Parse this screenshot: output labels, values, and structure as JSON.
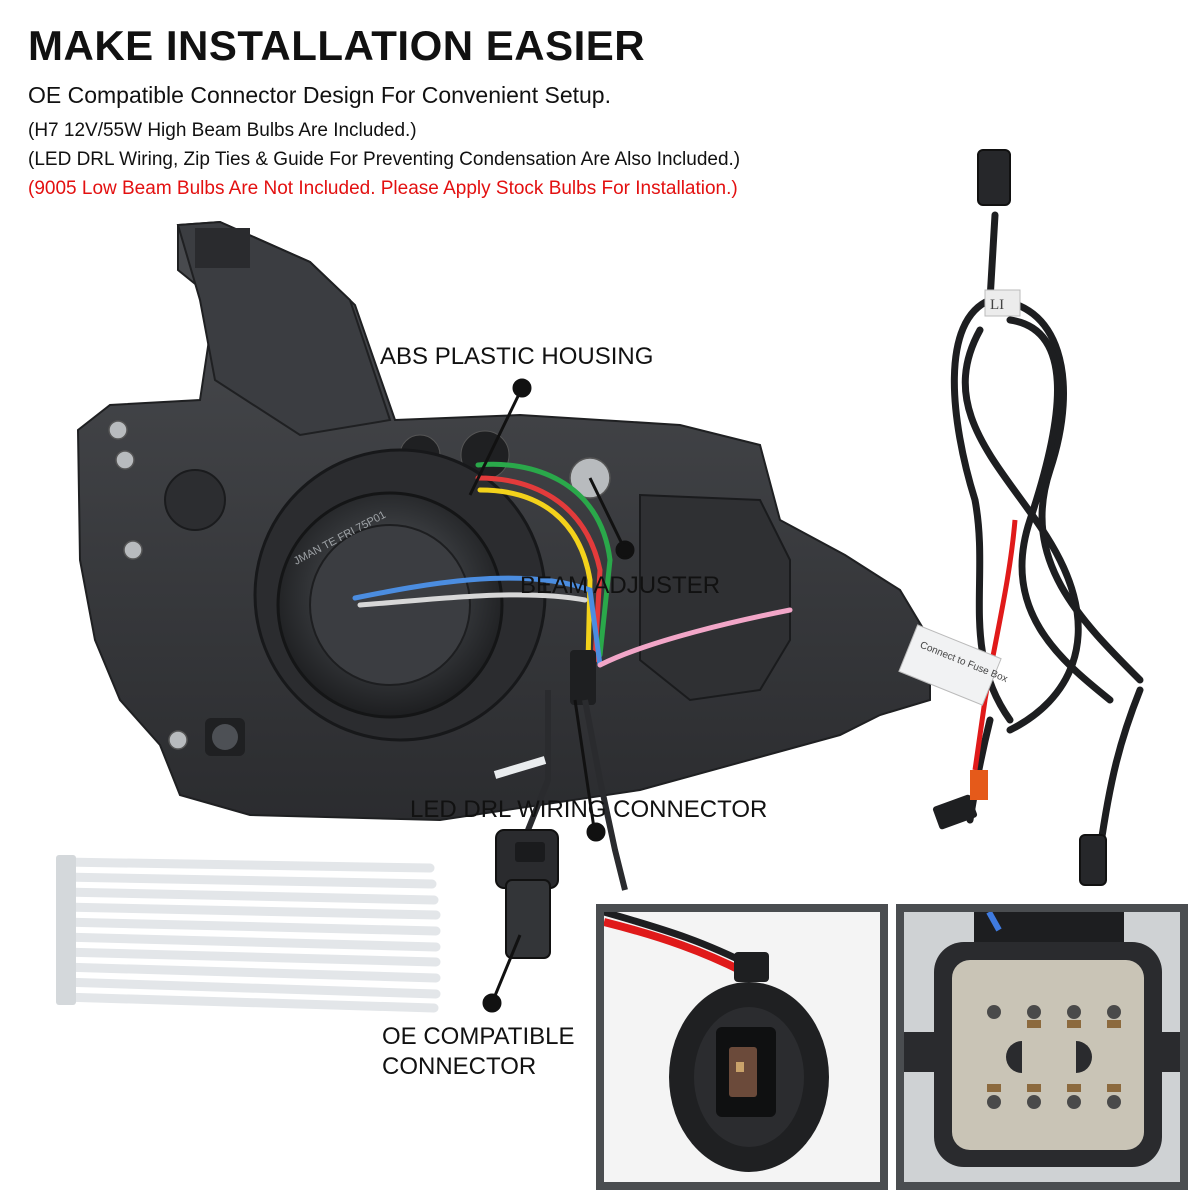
{
  "header": {
    "title": "MAKE INSTALLATION EASIER",
    "subtitle": "OE Compatible Connector Design For Convenient Setup.",
    "notes": [
      "(H7 12V/55W High Beam Bulbs Are Included.)",
      "(LED DRL Wiring, Zip Ties & Guide For Preventing Condensation Are Also Included.)"
    ],
    "warning": "(9005 Low Beam Bulbs Are Not Included. Please Apply Stock Bulbs For Installation.)"
  },
  "callouts": {
    "housing": "ABS PLASTIC HOUSING",
    "adjuster": "BEAM ADJUSTER",
    "drl": "LED DRL WIRING CONNECTOR",
    "oe_line1": "OE COMPATIBLE",
    "oe_line2": "CONNECTOR"
  },
  "product_text": {
    "lens_mark": "JMAN TE FRI 75P01",
    "harness_tag": "Connect to Fuse Box",
    "harness_label": "LI"
  },
  "colors": {
    "warning": "#e31010",
    "housing": "#3a3c3f",
    "inset_border": "#4a4d50"
  }
}
